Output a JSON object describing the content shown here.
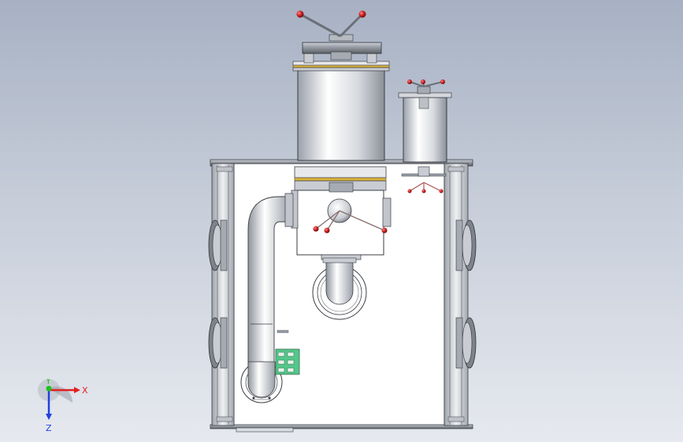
{
  "viewport": {
    "background_top": "#a7b1c3",
    "background_bottom": "#e6e9ef"
  },
  "triad": {
    "x_label": "X",
    "y_label": "Y",
    "z_label": "Z",
    "x_color": "#e02020",
    "y_color": "#20c020",
    "z_color": "#2040e0"
  },
  "model": {
    "name_icon": "water-treatment-tank-model",
    "handle_ball_color": "#cc2222",
    "gasket_color": "#d9b23a",
    "bracket_color": "#55c78a"
  }
}
